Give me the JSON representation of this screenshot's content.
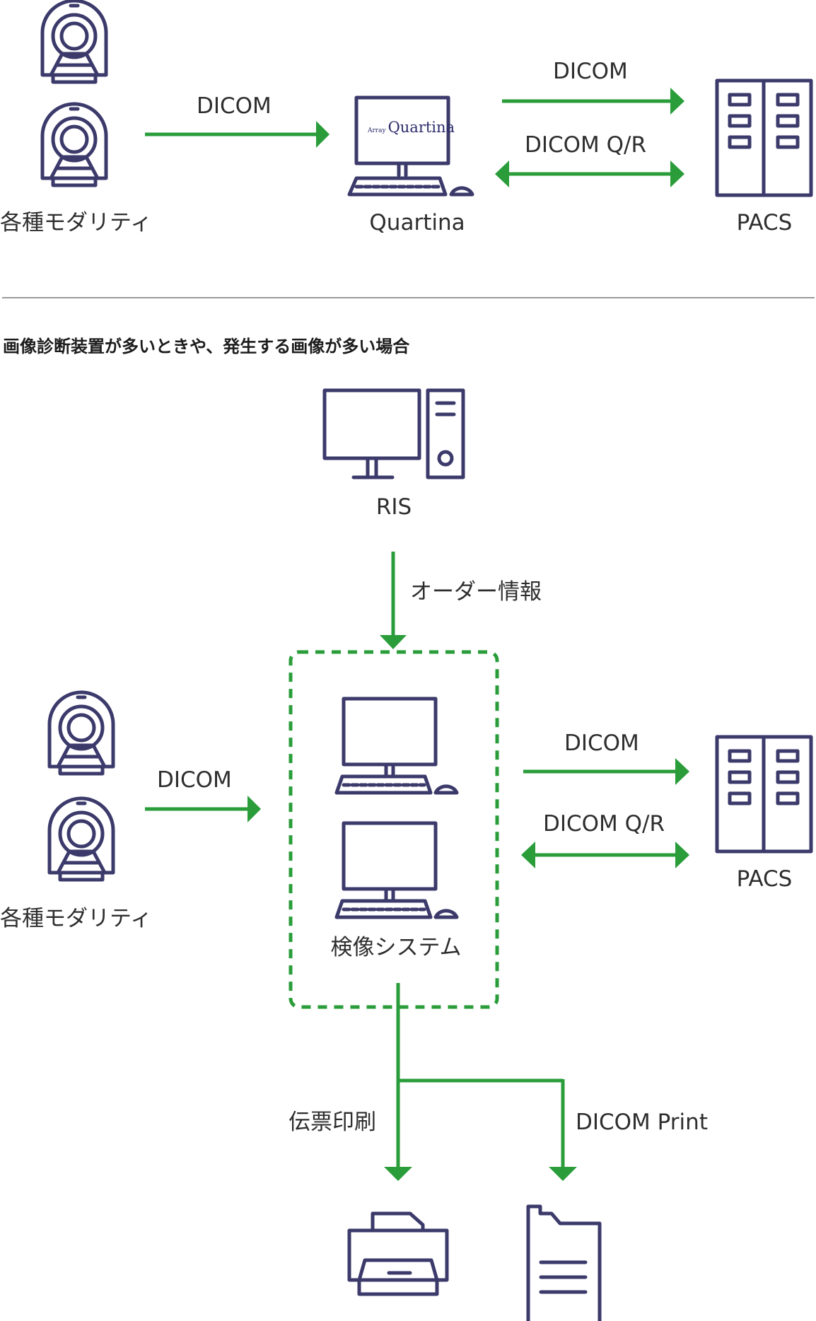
{
  "top": {
    "modalities_label": "各種モダリティ",
    "dicom_in": "DICOM",
    "quartina_logo_small": "Array",
    "quartina_logo": "Quartina",
    "quartina_label": "Quartina",
    "dicom_out": "DICOM",
    "dicom_qr": "DICOM Q/R",
    "pacs_label": "PACS"
  },
  "section_heading": "画像診断装置が多いときや、発生する画像が多い場合",
  "bottom": {
    "ris_label": "RIS",
    "order_info": "オーダー情報",
    "modalities_label": "各種モダリティ",
    "dicom_in": "DICOM",
    "inspection_system": "検像システム",
    "dicom_out": "DICOM",
    "dicom_qr": "DICOM Q/R",
    "pacs_label": "PACS",
    "slip_print": "伝票印刷",
    "dicom_print": "DICOM Print"
  },
  "colors": {
    "arrow": "#2a9d3a",
    "icon": "#3b3a6b",
    "divider": "#9a9a9a"
  }
}
